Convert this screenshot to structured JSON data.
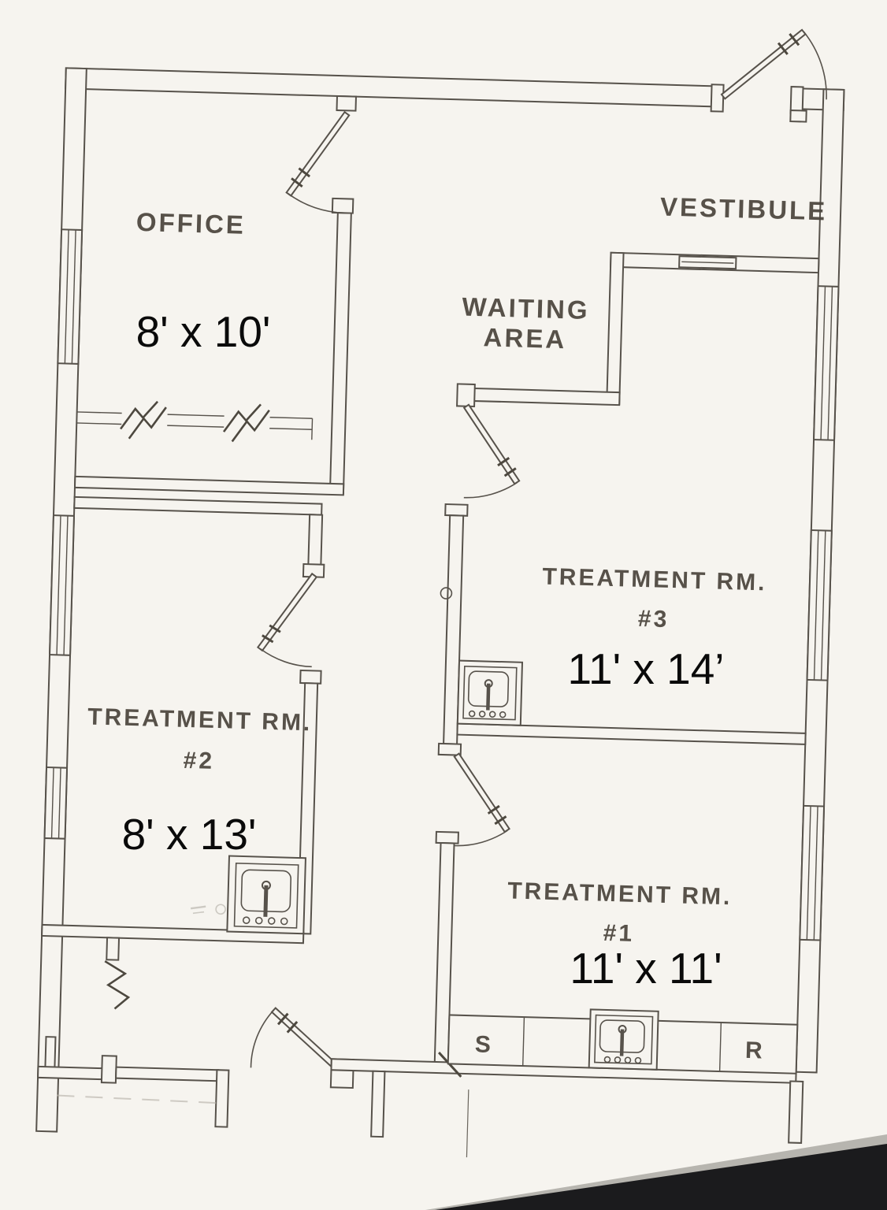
{
  "document": {
    "type": "floor-plan",
    "description": "Scanned architectural floor plan of an office suite with treatment rooms"
  },
  "rooms": {
    "office": {
      "name": "OFFICE",
      "dimensions": "8' x 10'"
    },
    "vestibule": {
      "name": "VESTIBULE"
    },
    "waiting_area": {
      "line1": "WAITING",
      "line2": "AREA"
    },
    "treatment_room_3": {
      "name": "TREATMENT RM.",
      "number": "#3",
      "dimensions": "11' x 14’"
    },
    "treatment_room_2": {
      "name": "TREATMENT RM.",
      "number": "#2",
      "dimensions": "8' x 13'"
    },
    "treatment_room_1": {
      "name": "TREATMENT RM.",
      "number": "#1",
      "dimensions": "11' x 11'"
    }
  },
  "fixtures": {
    "counter_left_label": "S",
    "counter_right_label": "R",
    "sink_count": 3,
    "door_count": 6,
    "window_count": 7
  },
  "colors": {
    "paper": "#f6f4ef",
    "line": "#57524b",
    "stencil_label": "#4a443c",
    "dimension_text": "#0a0a0a",
    "scan_edge": "#1b1b1d"
  }
}
